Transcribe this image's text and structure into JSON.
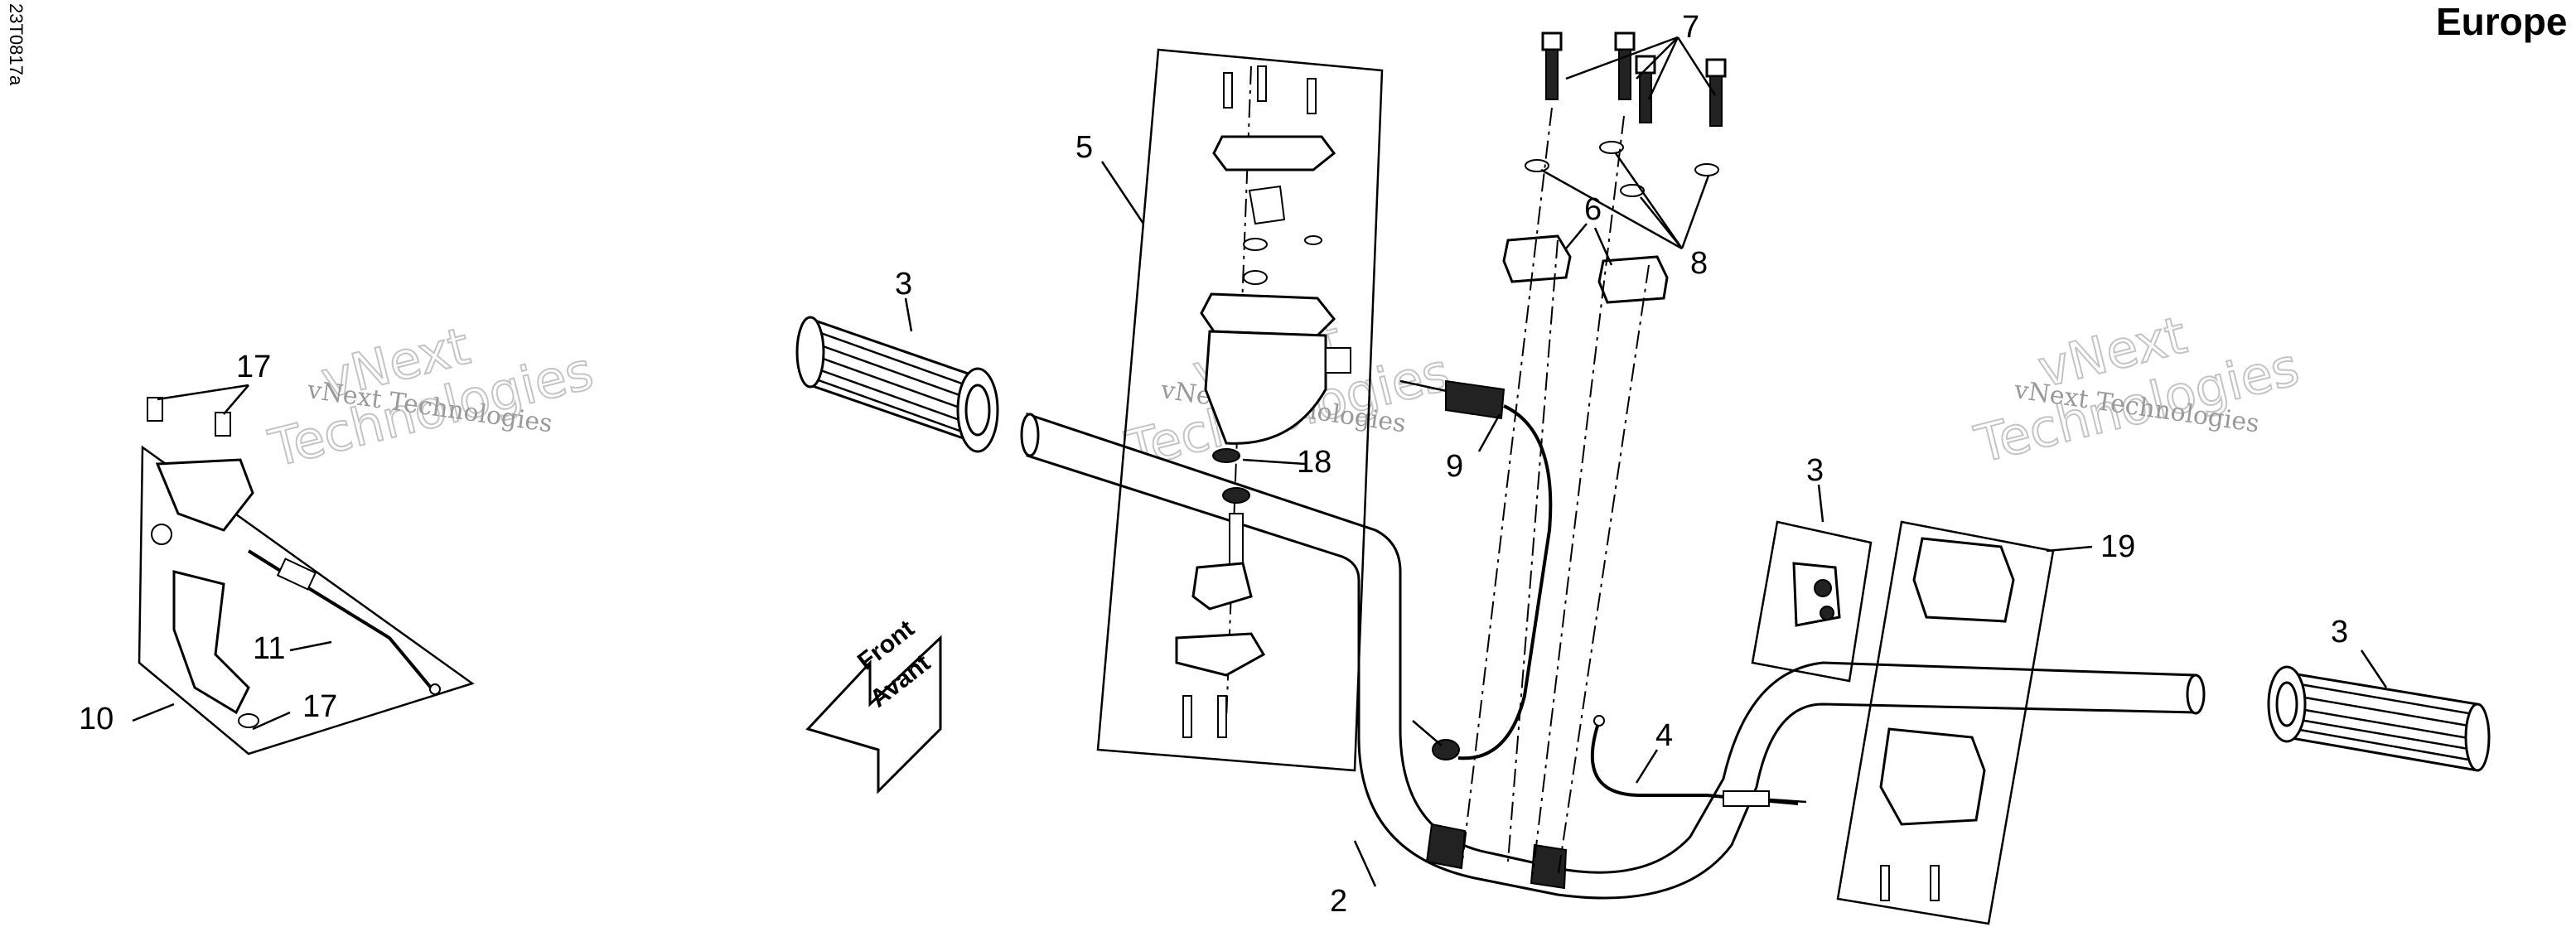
{
  "header": {
    "region_label": "Europe",
    "drawing_code": "23T0817a"
  },
  "watermark": {
    "line1": "vNext Technologies",
    "big1": "vNext",
    "big2": "Technologies"
  },
  "direction_arrow": {
    "line1": "Front",
    "line2": "Avant"
  },
  "callouts": [
    {
      "id": "callout-2",
      "text": "2"
    },
    {
      "id": "callout-3-left-grip",
      "text": "3"
    },
    {
      "id": "callout-3-right-switch",
      "text": "3"
    },
    {
      "id": "callout-3-right-grip",
      "text": "3"
    },
    {
      "id": "callout-4",
      "text": "4"
    },
    {
      "id": "callout-5",
      "text": "5"
    },
    {
      "id": "callout-6",
      "text": "6"
    },
    {
      "id": "callout-7",
      "text": "7"
    },
    {
      "id": "callout-8",
      "text": "8"
    },
    {
      "id": "callout-9",
      "text": "9"
    },
    {
      "id": "callout-10",
      "text": "10"
    },
    {
      "id": "callout-11",
      "text": "11"
    },
    {
      "id": "callout-17-top",
      "text": "17"
    },
    {
      "id": "callout-17-bottom",
      "text": "17"
    },
    {
      "id": "callout-18",
      "text": "18"
    },
    {
      "id": "callout-19",
      "text": "19"
    }
  ]
}
